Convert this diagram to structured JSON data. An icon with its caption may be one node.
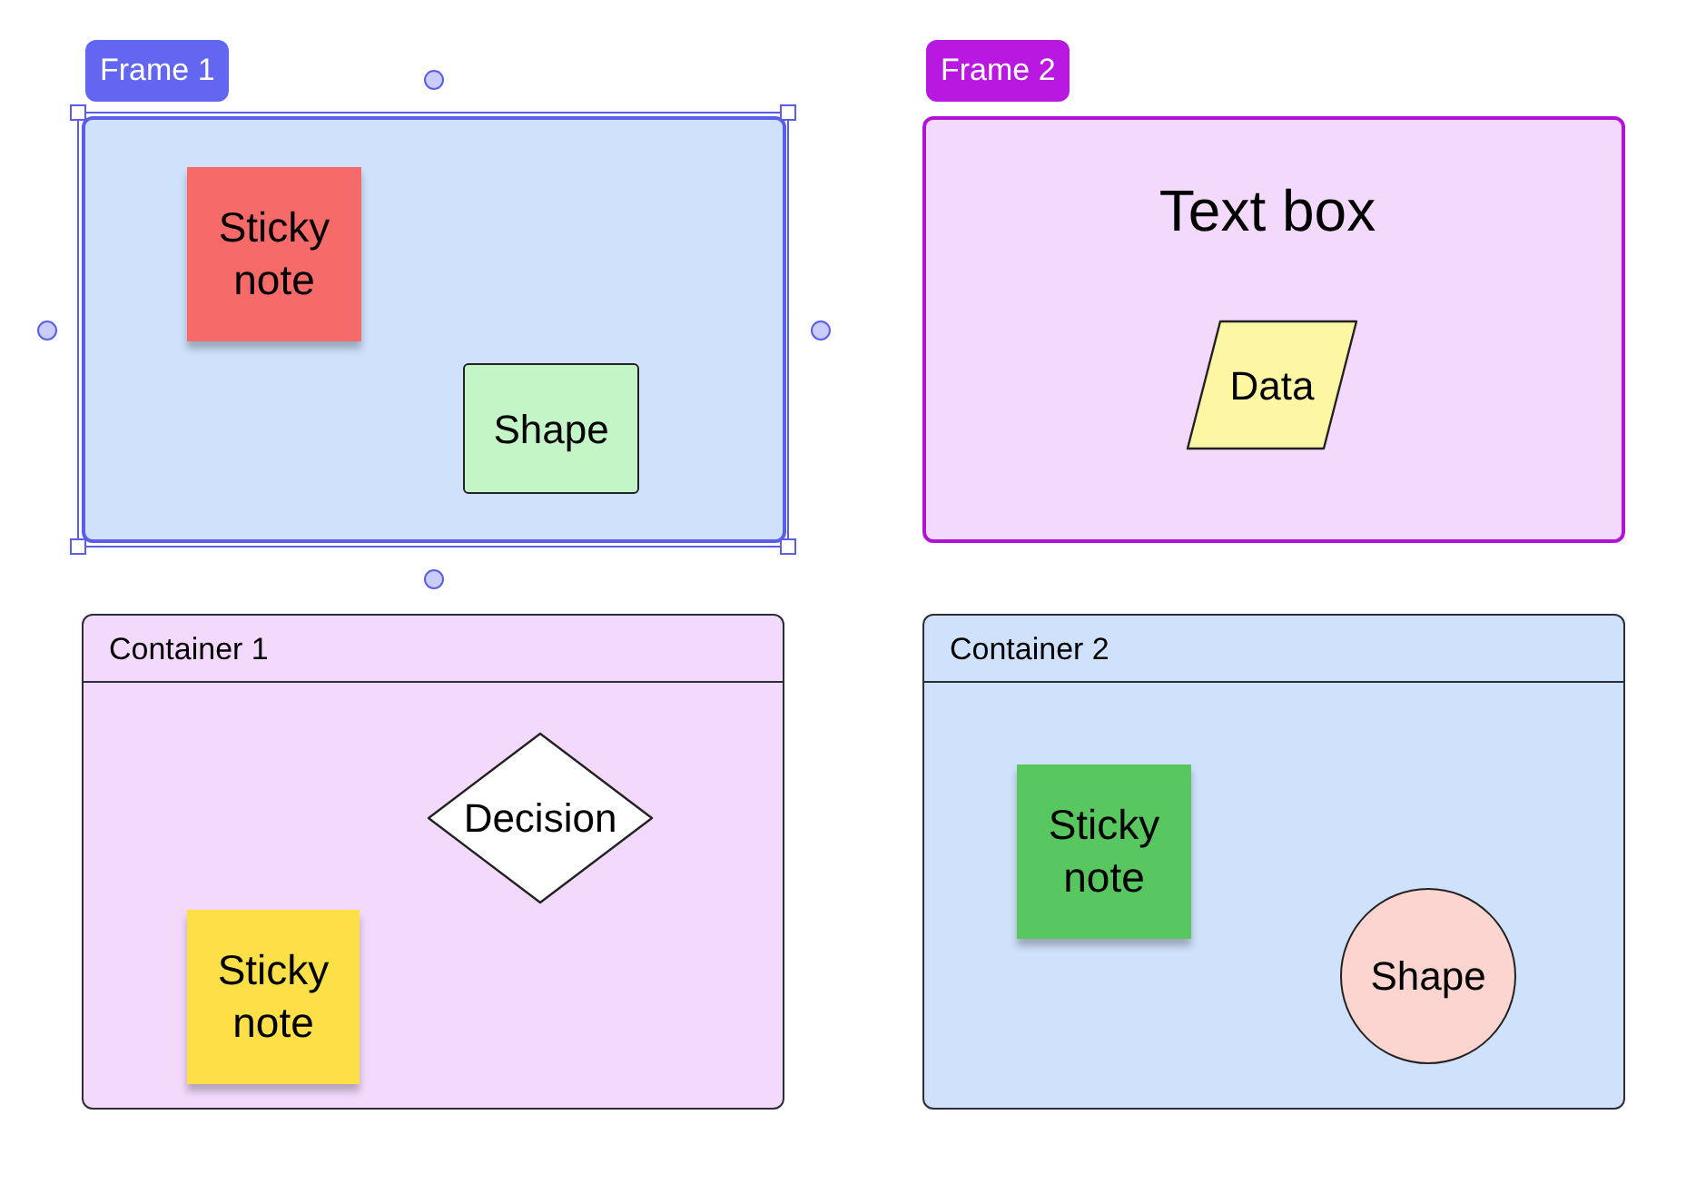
{
  "diagram": {
    "nodes": [
      {
        "text": [
          "Frame 1"
        ]
      },
      {
        "text": [
          "Sticky note"
        ],
        "in": 0
      },
      {
        "text": [
          "Shape"
        ],
        "in": 0
      },
      {
        "text": [
          "Frame 2"
        ]
      },
      {
        "text": [
          "Data"
        ],
        "in": 3
      },
      {
        "text": [
          "Container 1"
        ]
      },
      {
        "text": [
          "Decision"
        ],
        "in": 5
      },
      {
        "text": [
          "Sticky note"
        ],
        "in": 5
      },
      {
        "text": [
          "Container 2"
        ]
      },
      {
        "text": [
          "Sticky note"
        ],
        "in": 8
      },
      {
        "text": [
          "Shape"
        ],
        "in": 8
      }
    ],
    "edges": [],
    "labels": [
      "Text box"
    ]
  }
}
